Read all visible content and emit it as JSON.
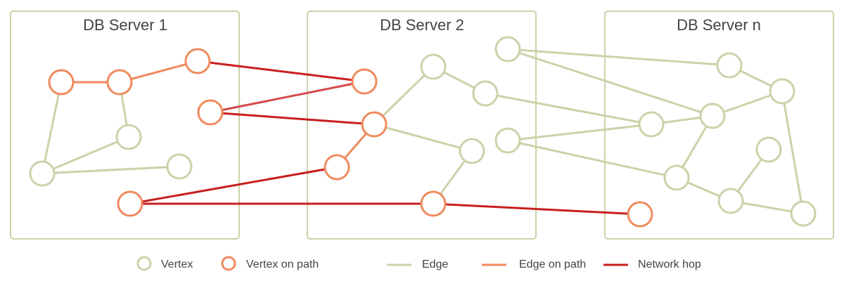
{
  "servers": [
    {
      "title": "DB Server 1"
    },
    {
      "title": "DB Server 2"
    },
    {
      "title": "DB Server n"
    }
  ],
  "legend": {
    "vertex": "Vertex",
    "vertex_on_path": "Vertex on path",
    "edge": "Edge",
    "edge_on_path": "Edge on path",
    "network_hop": "Network hop"
  },
  "colors": {
    "vertex": "#c9d3a8",
    "path": "#f08a5d",
    "hop": "#c81e1e",
    "box": "#c9d3a8"
  }
}
